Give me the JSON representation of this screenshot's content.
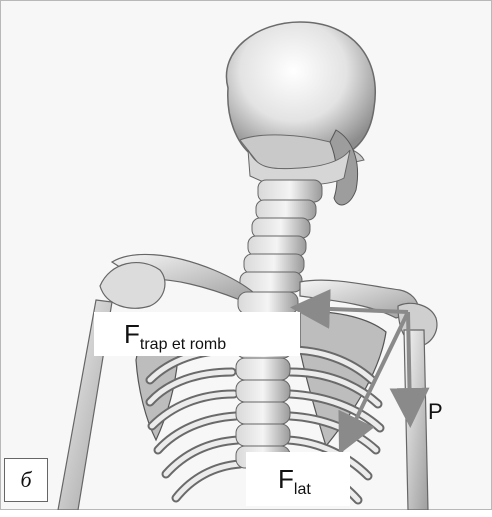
{
  "labels": {
    "trap_main": "F",
    "trap_sub": "trap et romb",
    "lat_main": "F",
    "lat_sub": "lat",
    "p": "P",
    "panel": "б"
  },
  "colors": {
    "bone": "#e6e6e6",
    "bone_shadow": "#a9a9a9",
    "outline": "#5f5f5f",
    "arrow": "#8a8a8a"
  }
}
